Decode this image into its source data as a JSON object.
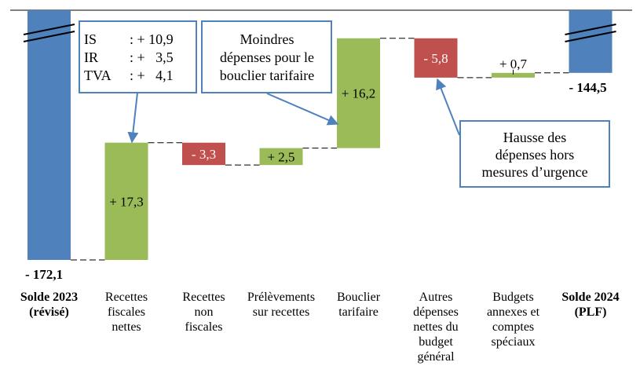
{
  "chart_data": {
    "type": "waterfall",
    "title": "",
    "categories": [
      "Solde 2023 (révisé)",
      "Recettes fiscales nettes",
      "Recettes non fiscales",
      "Prélèvements sur recettes",
      "Bouclier tarifaire",
      "Autres dépenses nettes du budget général",
      "Budgets annexes et comptes spéciaux",
      "Solde 2024 (PLF)"
    ],
    "category_lines": [
      [
        "Solde 2023",
        "(révisé)"
      ],
      [
        "Recettes",
        "fiscales",
        "nettes"
      ],
      [
        "Recettes",
        "non",
        "fiscales"
      ],
      [
        "Prélèvements",
        "sur recettes"
      ],
      [
        "Bouclier",
        "tarifaire"
      ],
      [
        "Autres",
        "dépenses",
        "nettes du",
        "budget",
        "général"
      ],
      [
        "Budgets",
        "annexes et",
        "comptes",
        "spéciaux"
      ],
      [
        "Solde 2024",
        "(PLF)"
      ]
    ],
    "values": [
      -172.1,
      17.3,
      -3.3,
      2.5,
      16.2,
      -5.8,
      0.7,
      -144.5
    ],
    "kinds": [
      "total",
      "increase",
      "decrease",
      "increase",
      "increase",
      "decrease",
      "increase",
      "total"
    ],
    "labels": [
      "- 172,1",
      "+ 17,3",
      "- 3,3",
      "+ 2,5",
      "+ 16,2",
      "- 5,8",
      "+ 0,7",
      "- 144,5"
    ],
    "colors": {
      "total": "#4f81bd",
      "increase": "#9bbb59",
      "decrease": "#c0504d",
      "callout": "#4f81bd"
    },
    "callouts": [
      {
        "lines": [
          [
            "IS",
            ": + 10,9"
          ],
          [
            "IR",
            ": +   3,5"
          ],
          [
            "TVA",
            ": +   4,1"
          ]
        ]
      },
      {
        "lines": [
          "Moindres",
          "dépenses pour le",
          "bouclier tarifaire"
        ]
      },
      {
        "lines": [
          "Hausse des",
          "dépenses hors",
          "mesures d’urgence"
        ]
      }
    ]
  }
}
